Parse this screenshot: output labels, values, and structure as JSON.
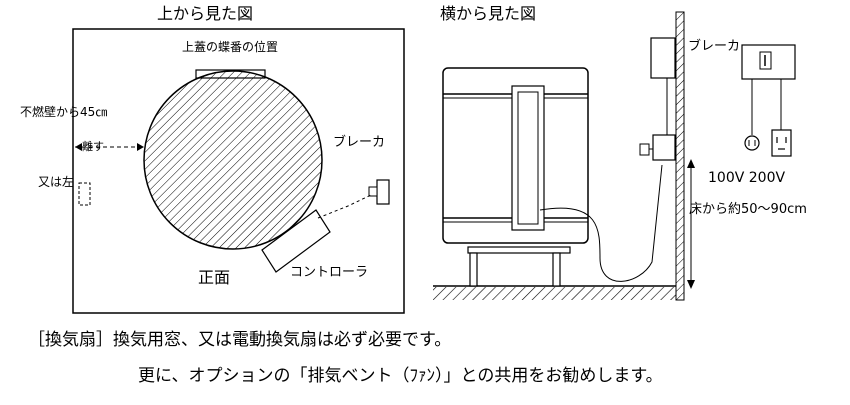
{
  "diagram": {
    "top_view_title": "上から見た図",
    "side_view_title": "横から見た図",
    "lid_hinge_label": "上蓋の蝶番の位置",
    "wall_distance_label": "不燃壁から45㎝",
    "gap_label": "離す",
    "or_left_label": "又は左",
    "breaker_label_top": "ブレーカ",
    "front_label": "正面",
    "controller_label": "コントローラ",
    "breaker_label_side": "ブレーカ",
    "voltage_label": "100V 200V",
    "height_label": "床から約50～90cm"
  },
  "notes": {
    "line1": "［換気扇］換気用窓、又は電動換気扇は必ず必要です。",
    "line2": "更に、オプションの「排気ベント（ﾌｧﾝ）」との共用をお勧めします。"
  }
}
